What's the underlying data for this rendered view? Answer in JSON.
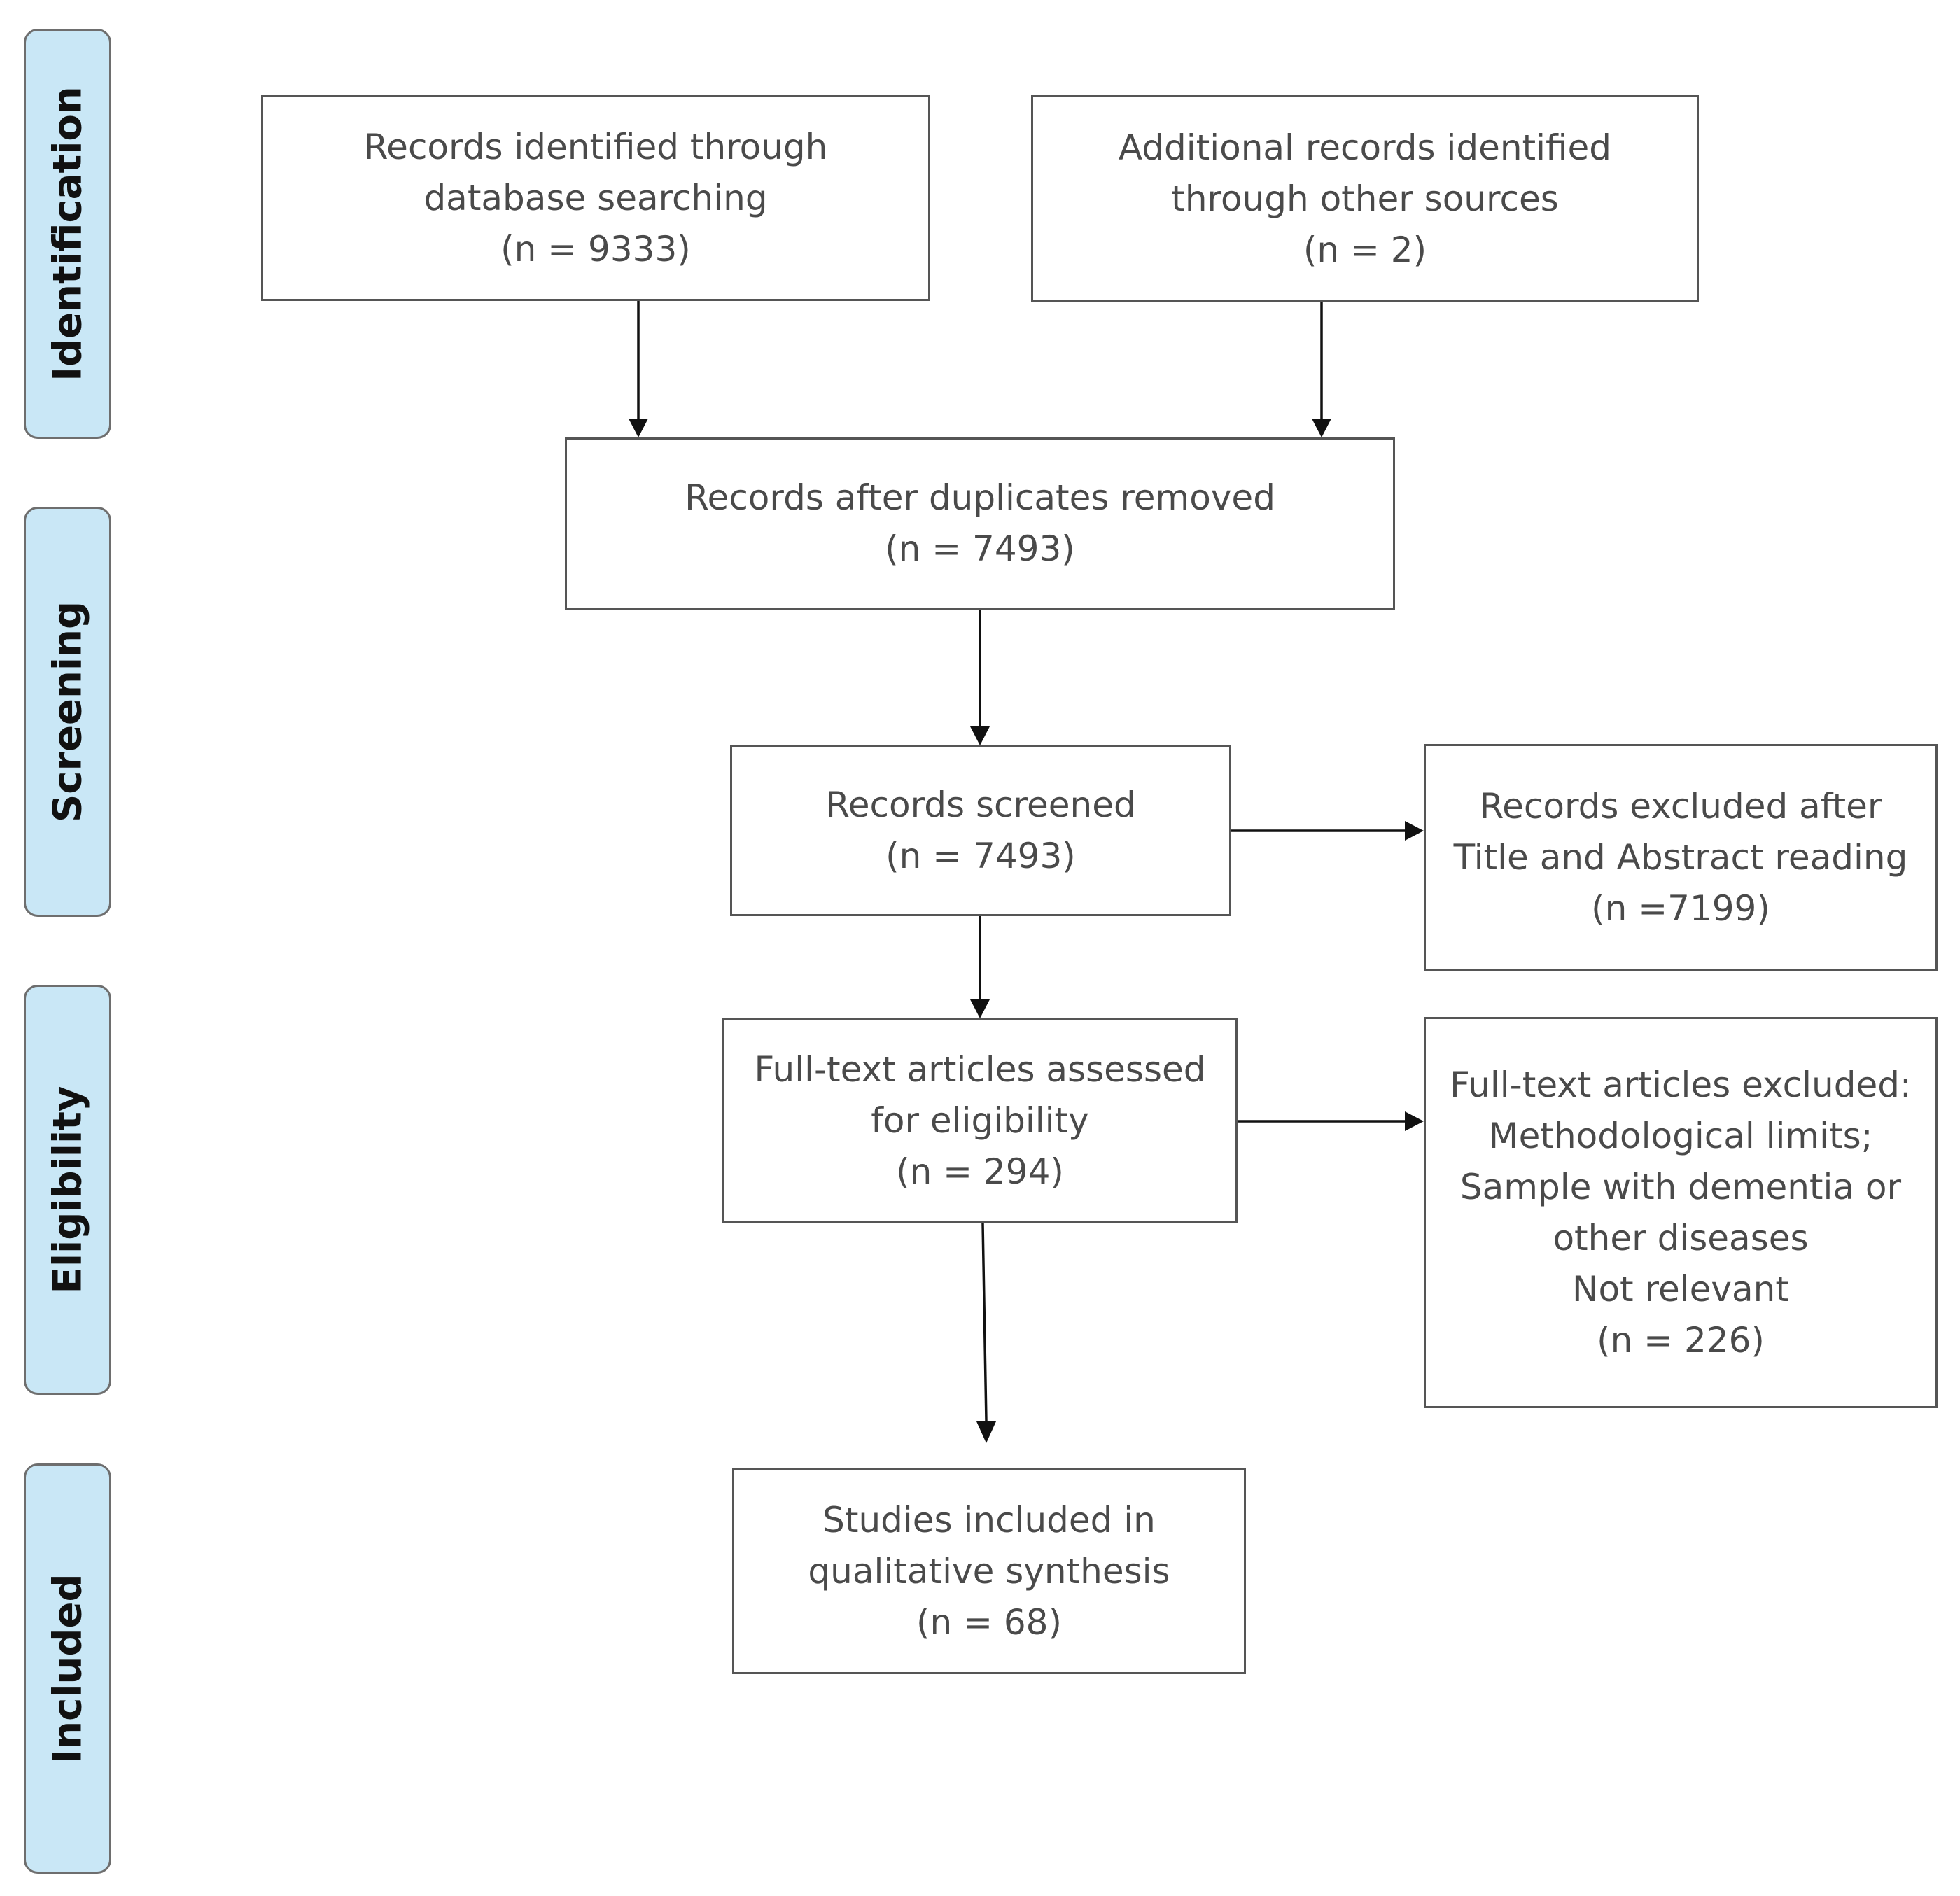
{
  "stages": {
    "identification": "Identification",
    "screening": "Screening",
    "eligibility": "Eligibility",
    "included": "Included"
  },
  "boxes": {
    "database": {
      "line1": "Records identified through",
      "line2": "database searching",
      "line3": "(n = 9333)"
    },
    "other_sources": {
      "line1": "Additional records identified",
      "line2": "through other sources",
      "line3": "(n = 2)"
    },
    "duplicates_removed": {
      "line1": "Records after duplicates removed",
      "line2": "(n = 7493)"
    },
    "screened": {
      "line1": "Records screened",
      "line2": "(n = 7493)"
    },
    "excluded_title_abstract": {
      "line1": "Records excluded after",
      "line2": "Title and Abstract reading",
      "line3": "(n =7199)"
    },
    "full_text_assessed": {
      "line1": "Full-text articles assessed",
      "line2": "for eligibility",
      "line3": "(n = 294)"
    },
    "full_text_excluded": {
      "line1": "Full-text articles excluded:",
      "line2": "Methodological limits;",
      "line3": "Sample with dementia or",
      "line4": "other diseases",
      "line5": "Not relevant",
      "line6": "(n = 226)"
    },
    "included_studies": {
      "line1": "Studies included in",
      "line2": "qualitative synthesis",
      "line3": "(n = 68)"
    }
  }
}
